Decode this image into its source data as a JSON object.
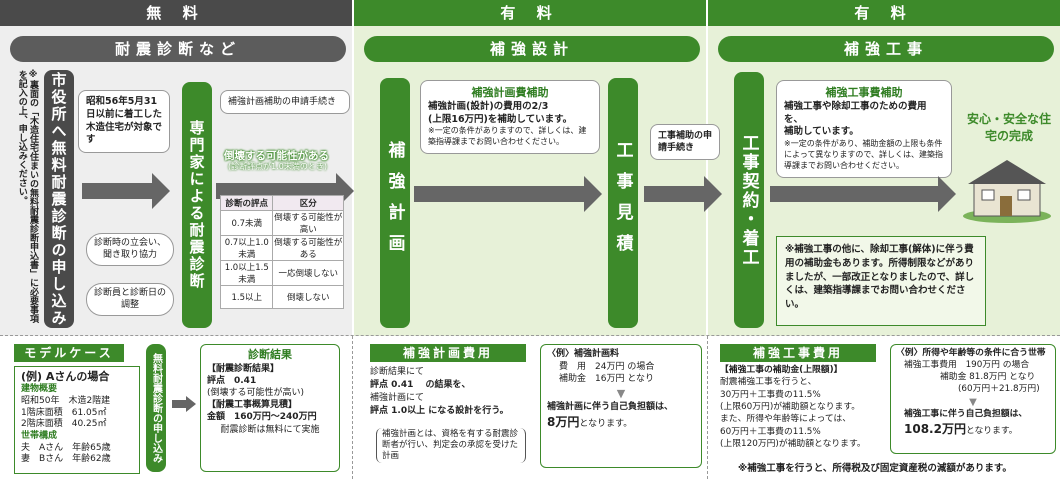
{
  "headers": {
    "free": "無 料",
    "paid1": "有 料",
    "paid2": "有 料"
  },
  "sections": {
    "s1": "耐震診断など",
    "s2": "補強設計",
    "s3": "補強工事"
  },
  "left_note": "※裏面の「木造住宅住まいの無料耐震診断申込書」に必要事項を記入の上、申し込みください。",
  "city_box": "市役所へ無料耐震診断の申し込み",
  "target_bubble": "昭和56年5月31日以前に着工した木造住宅が対象です",
  "oval1": "診断時の立会い、聞き取り協力",
  "oval2": "診断員と診断日の調整",
  "expert_box": "専門家による耐震診断",
  "subsidy_apply": "補強計画補助の申請手続き",
  "collapse_title": "倒壊する可能性がある",
  "collapse_sub": "(診断評点が1.0未満のとき)",
  "score_table": {
    "headers": [
      "診断の評点",
      "区分"
    ],
    "rows": [
      [
        "0.7未満",
        "倒壊する可能性が高い"
      ],
      [
        "0.7以上1.0未満",
        "倒壊する可能性がある"
      ],
      [
        "1.0以上1.5未満",
        "一応倒壊しない"
      ],
      [
        "1.5以上",
        "倒壊しない"
      ]
    ]
  },
  "plan_box": "補強計画",
  "plan_subsidy": {
    "title": "補強計画費補助",
    "line1": "補強計画(設計)の費用の2/3",
    "line2": "(上限16万円)を補助しています。",
    "note": "※一定の条件がありますので、詳しくは、建築指導課までお問い合わせください。"
  },
  "estimate_box": "工事見積",
  "work_apply": "工事補助の申請手続き",
  "contract_box": "工事契約・着工",
  "work_subsidy": {
    "title": "補強工事費補助",
    "line1": "補強工事や除却工事のための費用を、",
    "line2": "補助しています。",
    "note": "※一定の条件があり、補助金額の上限も条件によって異なりますので、詳しくは、建築指導課までお問い合わせください。"
  },
  "safe_home": "安心・安全な住宅の完成",
  "removal_note": "※補強工事の他に、除却工事(解体)に伴う費用の補助金もあります。所得制限などがありましたが、一部改正となりましたので、詳しくは、建築指導課までお問い合わせください。",
  "model": {
    "tag": "モデルケース",
    "title": "(例) Aさんの場合",
    "bld_head": "建物概要",
    "bld": [
      "昭和50年　木造2階建",
      "1階床面積　61.05㎡",
      "2階床面積　40.25㎡"
    ],
    "fam_head": "世帯構成",
    "fam": [
      "夫　Aさん　年齢65歳",
      "妻　Bさん　年齢62歳"
    ]
  },
  "free_apply": "無料耐震診断の申し込み",
  "result": {
    "title": "診断結果",
    "h1": "【耐震診断結果】",
    "l1": "評点　0.41",
    "l2": "(倒壊する可能性が高い)",
    "h2": "【耐震工事概算見積】",
    "l3": "金額　160万円～240万円",
    "l4": "耐震診断は無料にて実施"
  },
  "plan_cost": {
    "tag": "補強計画費用",
    "l1": "診断結果にて",
    "l2": "評点 0.41　 の結果を、",
    "l3": "補強計画にて",
    "l4": "評点 1.0以上 になる設計を行う。",
    "note": "補強計画とは、資格を有する耐震診断者が行い、判定会の承認を受けた計画"
  },
  "plan_example": {
    "title": "〈例〉補強計画料",
    "l1": "費　用　24万円 の場合",
    "l2": "補助金　16万円 となり",
    "l3": "補強計画に伴う自己負担額は、",
    "amount": "8万円",
    "l4": "となります。"
  },
  "work_cost": {
    "tag": "補強工事費用",
    "h": "【補強工事の補助金(上限額)】",
    "l1": "耐震補強工事を行うと、",
    "l2": "30万円＋工事費の11.5%",
    "l3": "(上限60万円)が補助額となります。",
    "l4": "また、所得や年齢等によっては、",
    "l5": "60万円＋工事費の11.5%",
    "l6": "(上限120万円)が補助額となります。"
  },
  "work_example": {
    "title": "〈例〉所得や年齢等の条件に合う世帯",
    "l1": "補強工事費用　190万円 の場合",
    "l2": "補助金 81.8万円 となり",
    "l3": "(60万円＋21.8万円)",
    "l4": "補強工事に伴う自己負担額は、",
    "amount": "108.2万円",
    "l5": "となります。"
  },
  "tax_note": "※補強工事を行うと、所得税及び固定資産税の減額があります。",
  "colors": {
    "green": "#3d8a2a",
    "green_light": "#e2efcf",
    "gray": "#4a4a4a",
    "gray_light": "#eeeeee"
  }
}
